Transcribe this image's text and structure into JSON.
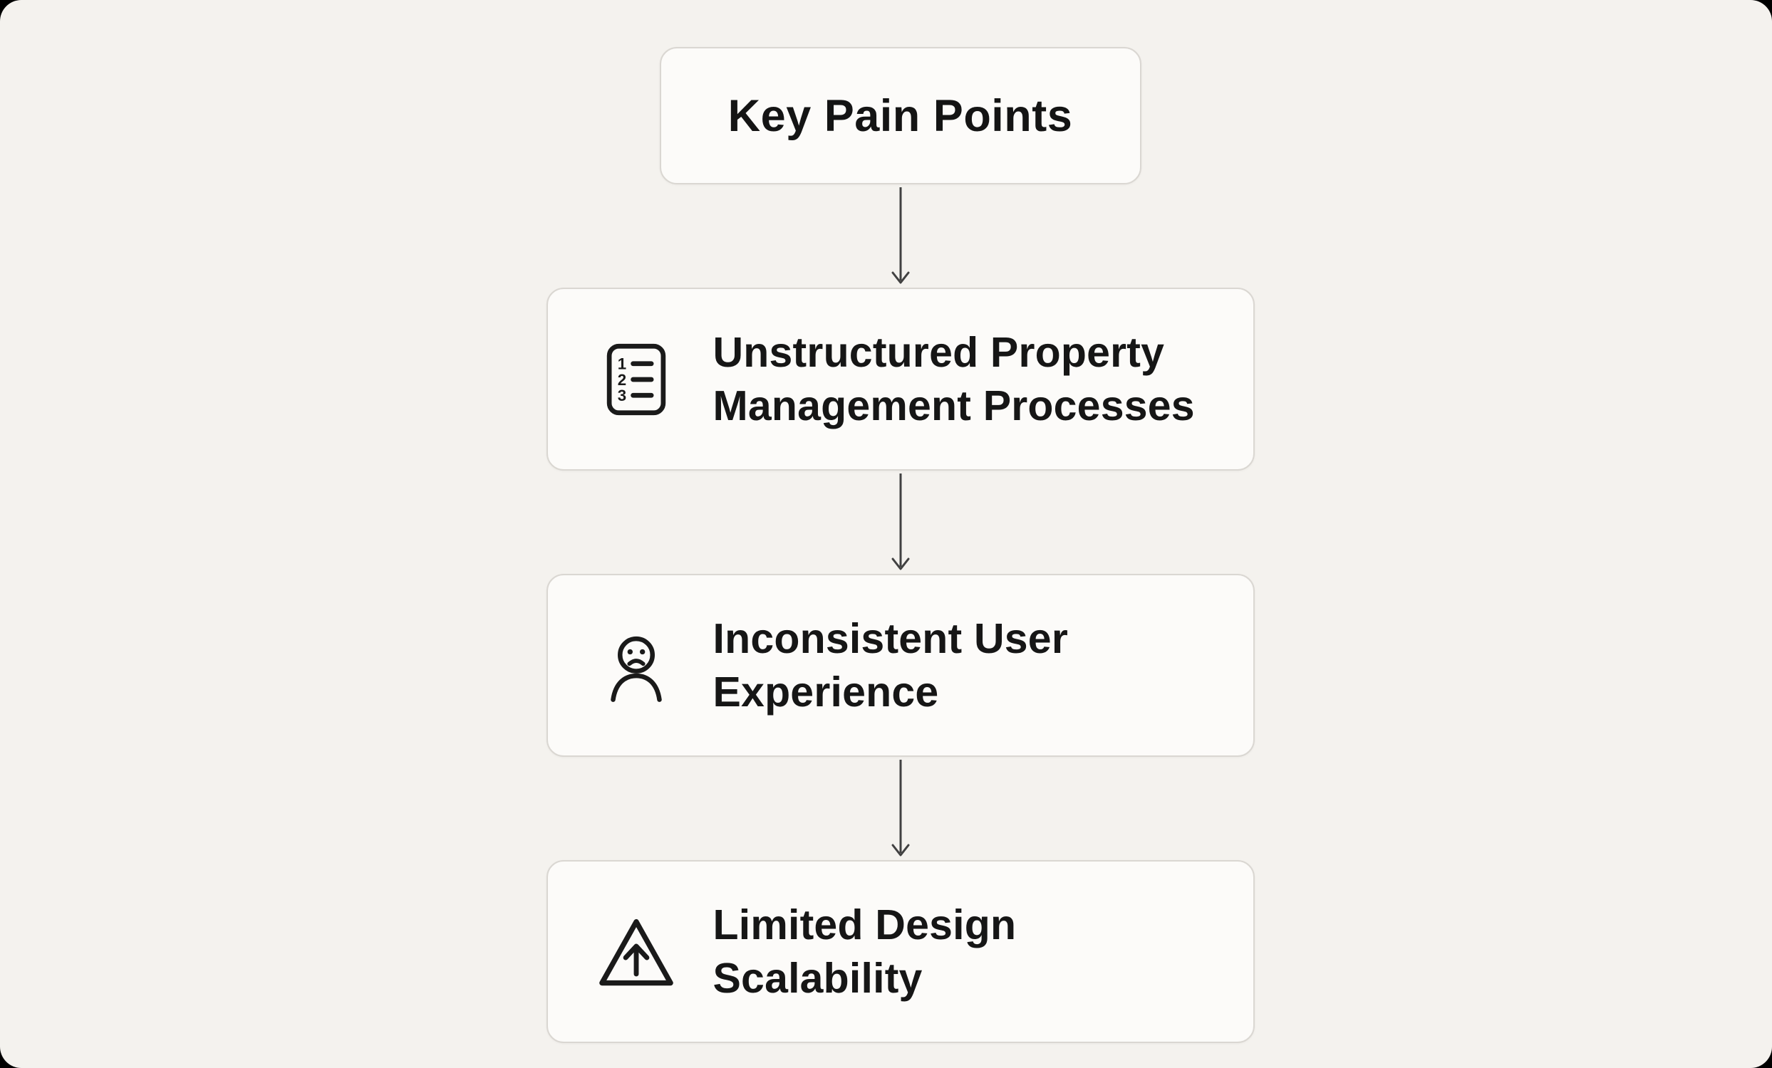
{
  "diagram": {
    "title": "Key Pain Points",
    "nodes": [
      {
        "id": "unstructured-processes",
        "icon": "numbered-list-icon",
        "label": "Unstructured Property\nManagement Processes"
      },
      {
        "id": "inconsistent-ux",
        "icon": "sad-user-icon",
        "label": "Inconsistent User\nExperience"
      },
      {
        "id": "limited-scalability",
        "icon": "warning-up-arrow-icon",
        "label": "Limited Design\nScalability"
      }
    ],
    "colors": {
      "background": "#f4f2ee",
      "box_background": "#fcfbf9",
      "box_border": "#dad7d2",
      "text": "#161616",
      "arrow": "#414141",
      "icon_stroke": "#1a1a1a"
    }
  }
}
